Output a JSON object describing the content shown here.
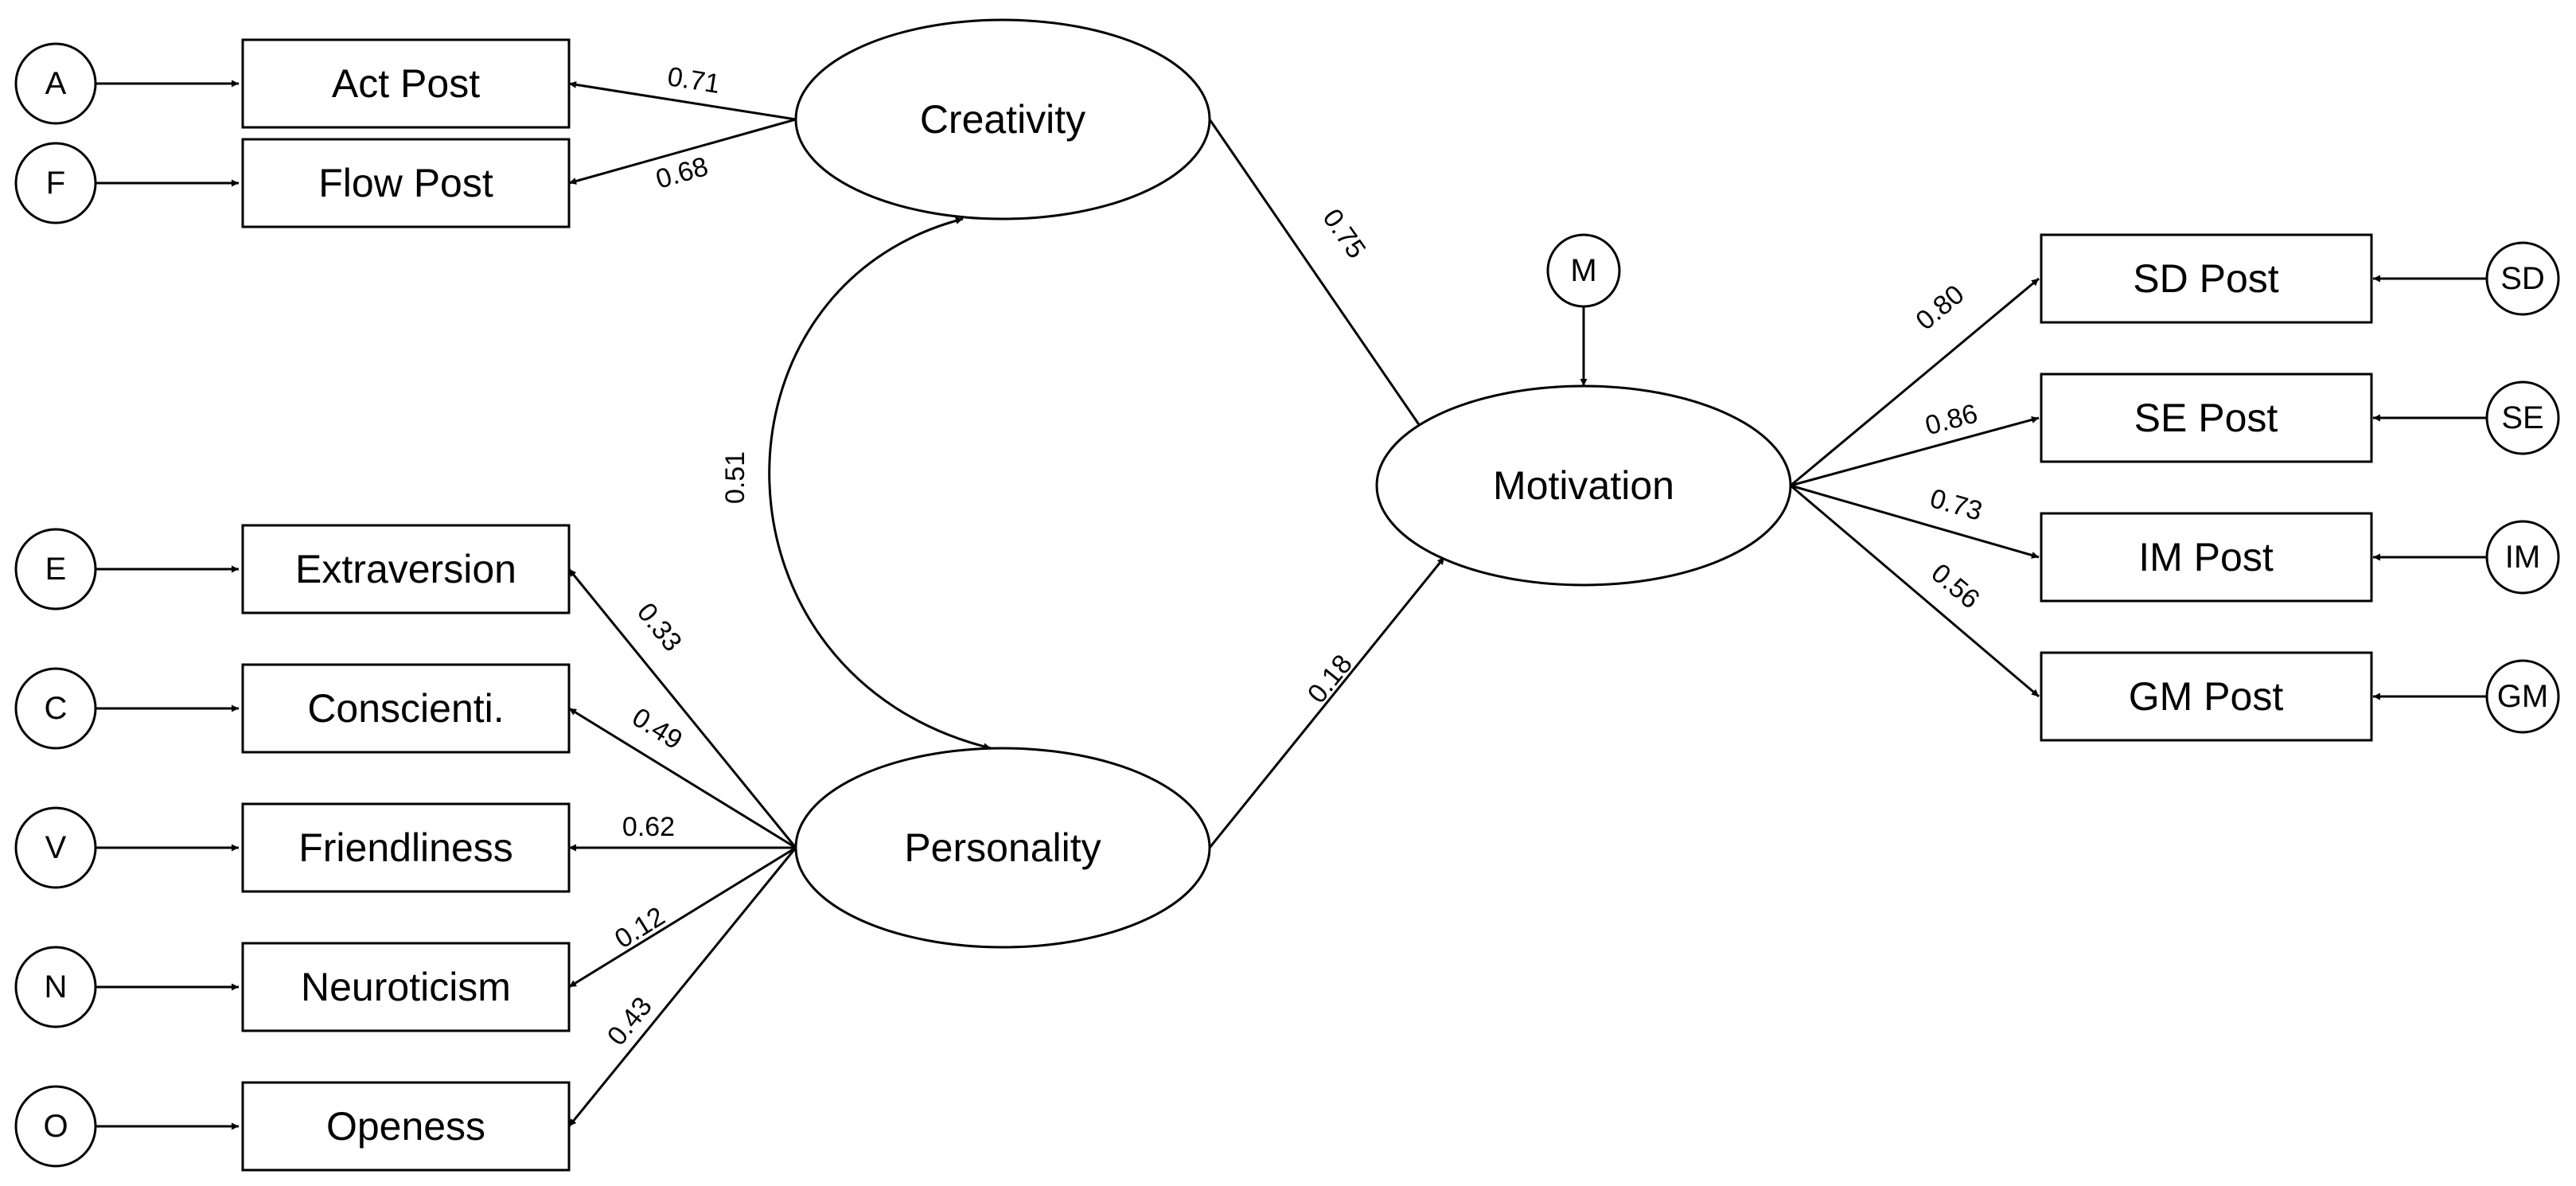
{
  "diagram": {
    "latents": {
      "creativity": "Creativity",
      "personality": "Personality",
      "motivation": "Motivation"
    },
    "indicators": {
      "act": "Act Post",
      "flow": "Flow Post",
      "extraversion": "Extraversion",
      "conscientiousness": "Conscienti.",
      "friendliness": "Friendliness",
      "neuroticism": "Neuroticism",
      "openness": "Openess",
      "sd": "SD Post",
      "se": "SE Post",
      "im": "IM Post",
      "gm": "GM Post"
    },
    "errors": {
      "a": "A",
      "f": "F",
      "e": "E",
      "c": "C",
      "v": "V",
      "n": "N",
      "o": "O",
      "m": "M",
      "sd": "SD",
      "se": "SE",
      "im": "IM",
      "gm": "GM"
    },
    "coefficients": {
      "creativity_act": "0.71",
      "creativity_flow": "0.68",
      "creativity_personality": "0.51",
      "creativity_motivation": "0.75",
      "personality_motivation": "0.18",
      "personality_extraversion": "0.33",
      "personality_conscientiousness": "0.49",
      "personality_friendliness": "0.62",
      "personality_neuroticism": "0.12",
      "personality_openness": "0.43",
      "motivation_sd": "0.80",
      "motivation_se": "0.86",
      "motivation_im": "0.73",
      "motivation_gm": "0.56"
    }
  }
}
